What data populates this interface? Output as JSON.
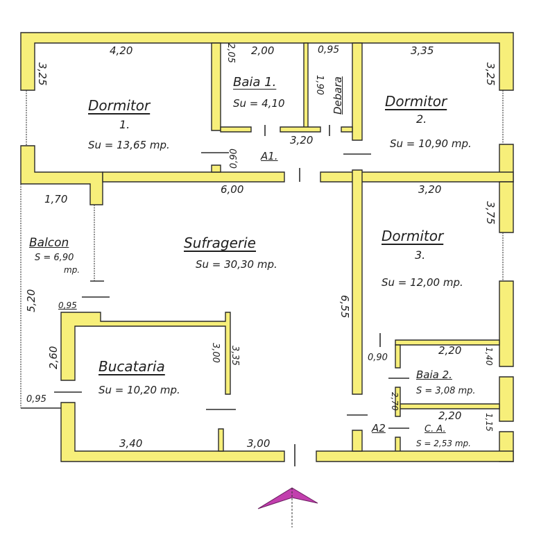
{
  "plan": {
    "wall_color": "#f7ef7a",
    "north_arrow_color": "#c23fae",
    "rooms": [
      {
        "id": "dormitor-1",
        "name": "Dormitor",
        "number": "1.",
        "area": "Su = 13,65 mp."
      },
      {
        "id": "baia-1",
        "name": "Baia 1.",
        "area": "Su = 4,10"
      },
      {
        "id": "debara",
        "name": "Debara"
      },
      {
        "id": "dormitor-2",
        "name": "Dormitor",
        "number": "2.",
        "area": "Su = 10,90 mp."
      },
      {
        "id": "hol-a1",
        "name": "A1."
      },
      {
        "id": "balcon",
        "name": "Balcon",
        "area": "S = 6,90",
        "unit": "mp."
      },
      {
        "id": "sufragerie",
        "name": "Sufragerie",
        "area": "Su = 30,30 mp."
      },
      {
        "id": "dormitor-3",
        "name": "Dormitor",
        "number": "3.",
        "area": "Su = 12,00 mp."
      },
      {
        "id": "bucataria",
        "name": "Bucataria",
        "area": "Su = 10,20 mp."
      },
      {
        "id": "baia-2",
        "name": "Baia 2.",
        "area": "S = 3,08 mp."
      },
      {
        "id": "hol-a2",
        "name": "A2"
      },
      {
        "id": "ca",
        "name": "C. A.",
        "area": "S = 2,53 mp."
      }
    ],
    "dimensions": {
      "d1_width": "4,20",
      "d1_height": "3,25",
      "baia1_width": "2,00",
      "baia1_height": "2,05",
      "debara_width": "0,95",
      "debara_height": "1,90",
      "d2_width": "3,35",
      "d2_height": "3,25",
      "hall_inner": "3,20",
      "hall_door": "0,90",
      "hall_length": "6,00",
      "balcon_width": "1,70",
      "balcon_length": "5,20",
      "balcon_step": "0,95",
      "d3_width": "3,20",
      "d3_height": "3,75",
      "suf_height": "6,55",
      "buc_height": "2,60",
      "buc_right_a": "3,00",
      "buc_right_b": "3,35",
      "buc_width": "3,40",
      "buc_door": "0,95",
      "bottom_mid": "3,00",
      "baia2_width": "2,20",
      "baia2_height": "1,40",
      "baia2_door": "0,90",
      "baia2_side": "2,70",
      "ca_width": "2,20",
      "ca_height": "1,15"
    }
  }
}
